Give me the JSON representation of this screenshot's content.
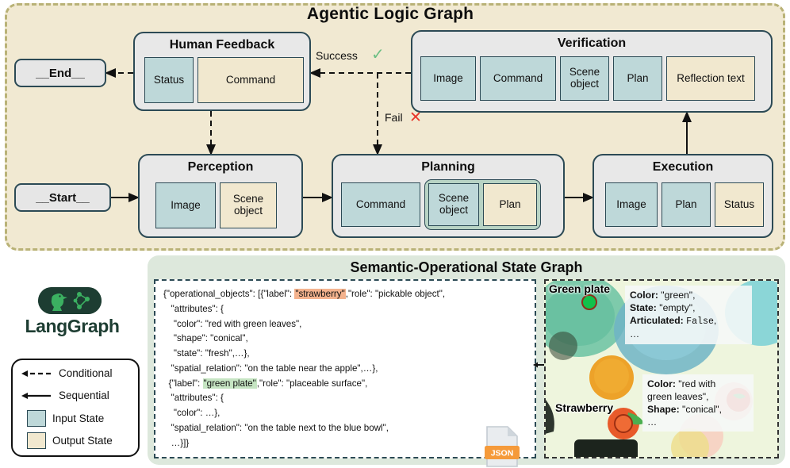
{
  "agentic": {
    "title": "Agentic Logic Graph",
    "start_label": "__Start__",
    "end_label": "__End__",
    "edges": {
      "success": "Success",
      "fail": "Fail",
      "success_mark": "check-mark",
      "fail_mark": "cross-mark"
    },
    "nodes": [
      {
        "id": "human-feedback",
        "title": "Human Feedback",
        "slots": [
          {
            "label": "Status",
            "kind": "input"
          },
          {
            "label": "Command",
            "kind": "output"
          }
        ]
      },
      {
        "id": "verification",
        "title": "Verification",
        "slots": [
          {
            "label": "Image",
            "kind": "input"
          },
          {
            "label": "Command",
            "kind": "input"
          },
          {
            "label": "Scene object",
            "kind": "input"
          },
          {
            "label": "Plan",
            "kind": "input"
          },
          {
            "label": "Reflection text",
            "kind": "output"
          }
        ]
      },
      {
        "id": "perception",
        "title": "Perception",
        "slots": [
          {
            "label": "Image",
            "kind": "input"
          },
          {
            "label": "Scene object",
            "kind": "output"
          }
        ]
      },
      {
        "id": "planning",
        "title": "Planning",
        "slots": [
          {
            "label": "Command",
            "kind": "input"
          },
          {
            "label": "Scene object",
            "kind": "input"
          },
          {
            "label": "Plan",
            "kind": "output"
          }
        ]
      },
      {
        "id": "execution",
        "title": "Execution",
        "slots": [
          {
            "label": "Image",
            "kind": "input"
          },
          {
            "label": "Plan",
            "kind": "input"
          },
          {
            "label": "Status",
            "kind": "output"
          }
        ]
      }
    ]
  },
  "semantic": {
    "title": "Semantic-Operational State Graph",
    "json_icon_label": "JSON",
    "json_lines": [
      "{\"operational_objects\": [{\"label\": ",
      "\"strawberry\"",
      ",\"role\": \"pickable object\",",
      "   \"attributes\": {",
      "    \"color\": \"red with green leaves\",",
      "    \"shape\": \"conical\",",
      "    \"state\": \"fresh\",…},",
      "   \"spatial_relation\": \"on the table near the apple\",…},",
      "  {\"label\": ",
      "\"green plate\"",
      ",\"role\": \"placeable surface\",",
      "   \"attributes\": {",
      "    \"color\": …},",
      "   \"spatial_relation\": \"on the table next to the blue bowl\",",
      "   …}]}"
    ],
    "photo": {
      "label_plate": "Green plate",
      "label_strawberry": "Strawberry",
      "anno_plate": {
        "l1_key": "Color:",
        "l1_val": "\"green\",",
        "l2_key": "State:",
        "l2_val": "\"empty\",",
        "l3_key": "Articulated:",
        "l3_val": "False",
        "l3_tail": ",",
        "ellipsis": "…"
      },
      "anno_straw": {
        "l1_key": "Color:",
        "l1_val": "\"red with",
        "l2_val": "green leaves\",",
        "l3_key": "Shape:",
        "l3_val": "\"conical\",",
        "ellipsis": "…"
      }
    }
  },
  "legend": {
    "brand": "LangGraph",
    "items": [
      {
        "label": "Conditional",
        "kind": "dashed-arrow"
      },
      {
        "label": "Sequential",
        "kind": "solid-arrow"
      },
      {
        "label": "Input State",
        "kind": "swatch-input"
      },
      {
        "label": "Output State",
        "kind": "swatch-output"
      }
    ]
  },
  "colors": {
    "input_state": "#bed8d9",
    "output_state": "#f1e8cf",
    "panel_top": "#f1e9d2",
    "panel_bottom": "#dde8dc",
    "stroke": "#2c4a55",
    "brand_green": "#1d3d32",
    "success": "#6cbf84",
    "fail": "#e8352a",
    "highlight_strawberry": "#f4b38e",
    "highlight_plate": "#c6e5c3"
  }
}
